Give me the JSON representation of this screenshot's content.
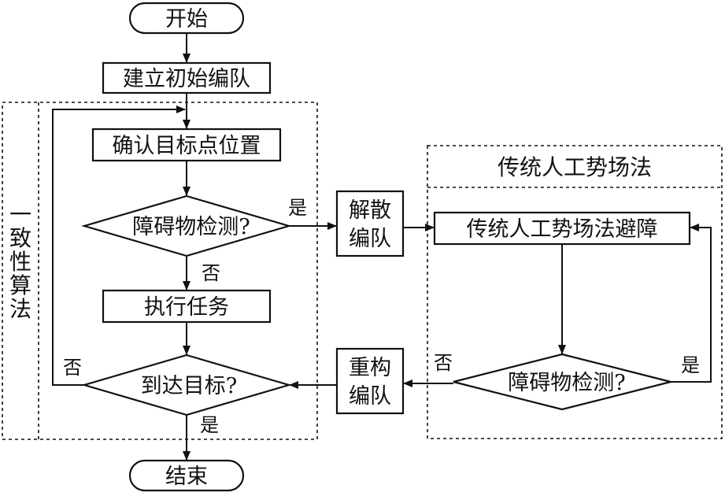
{
  "nodes": {
    "start": "开始",
    "build": "建立初始编队",
    "confirm": "确认目标点位置",
    "detect1": "障碍物检测?",
    "execute": "执行任务",
    "reach": "到达目标?",
    "end": "结束",
    "disband": [
      "解散",
      "编队"
    ],
    "reform": [
      "重构",
      "编队"
    ],
    "avoid": "传统人工势场法避障",
    "detect2": "障碍物检测?"
  },
  "groups": {
    "consensus_label": [
      "一",
      "致",
      "性",
      "算",
      "法"
    ],
    "apf_title": "传统人工势场法"
  },
  "edge_labels": {
    "yes": "是",
    "no": "否"
  }
}
